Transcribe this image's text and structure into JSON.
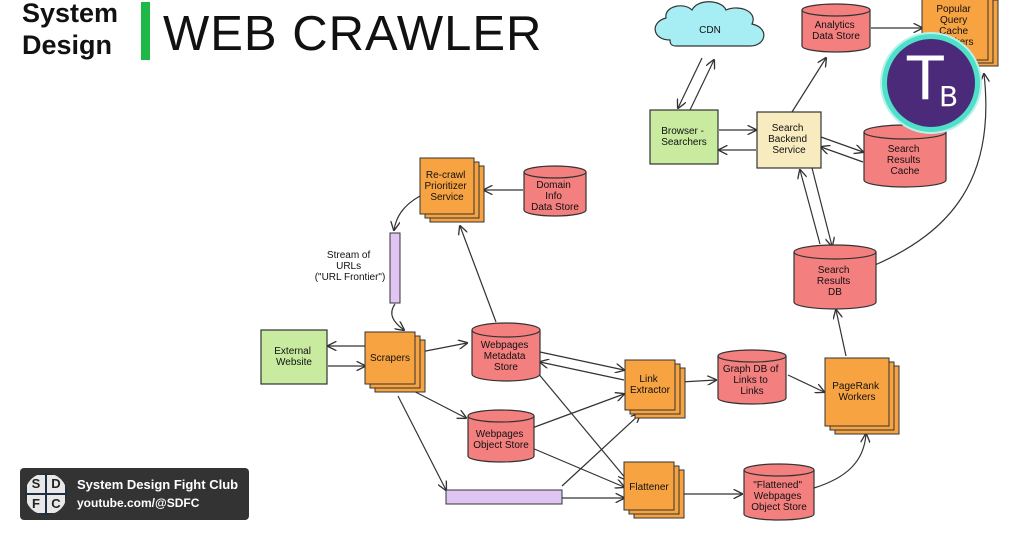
{
  "header": {
    "brand_line1": "System",
    "brand_line2": "Design",
    "title": "WEB CRAWLER",
    "accent_color": "#1db847"
  },
  "nodes": {
    "cdn": [
      "CDN"
    ],
    "analytics_store": [
      "Analytics",
      "Data Store"
    ],
    "popular_query_workers": [
      "Popular",
      "Query",
      "Cache",
      "Workers"
    ],
    "browser_searchers": [
      "Browser -",
      "Searchers"
    ],
    "search_backend": [
      "Search",
      "Backend",
      "Service"
    ],
    "search_results_cache": [
      "Search",
      "Results",
      "Cache"
    ],
    "recrawl_prioritizer": [
      "Re-crawl",
      "Prioritizer",
      "Service"
    ],
    "domain_info_store": [
      "Domain",
      "Info",
      "Data Store"
    ],
    "url_frontier_label": [
      "Stream of",
      "URLs",
      "(\"URL Frontier\")"
    ],
    "search_results_db": [
      "Search",
      "Results",
      "DB"
    ],
    "external_website": [
      "External",
      "Website"
    ],
    "scrapers": [
      "Scrapers"
    ],
    "webpages_metadata_store": [
      "Webpages",
      "Metadata",
      "Store"
    ],
    "link_extractor": [
      "Link",
      "Extractor"
    ],
    "graph_db": [
      "Graph DB of",
      "Links to",
      "Links"
    ],
    "pagerank_workers": [
      "PageRank",
      "Workers"
    ],
    "webpages_object_store": [
      "Webpages",
      "Object Store"
    ],
    "flattener": [
      "Flattener"
    ],
    "flattened_store": [
      "\"Flattened\"",
      "Webpages",
      "Object Store"
    ]
  },
  "colors": {
    "service_orange": "#f7a341",
    "datastore_red": "#f47f7f",
    "client_green": "#c8eba0",
    "backend_yellow": "#f8ebc0",
    "queue_purple": "#e0c4f2",
    "cdn_cyan": "#a6eef3"
  },
  "banner": {
    "logo_letters": [
      "S",
      "D",
      "F",
      "C"
    ],
    "title": "System Design Fight Club",
    "subtitle": "youtube.com/@SDFC"
  },
  "badge": {
    "letter_main": "T",
    "letter_sub": "B"
  }
}
